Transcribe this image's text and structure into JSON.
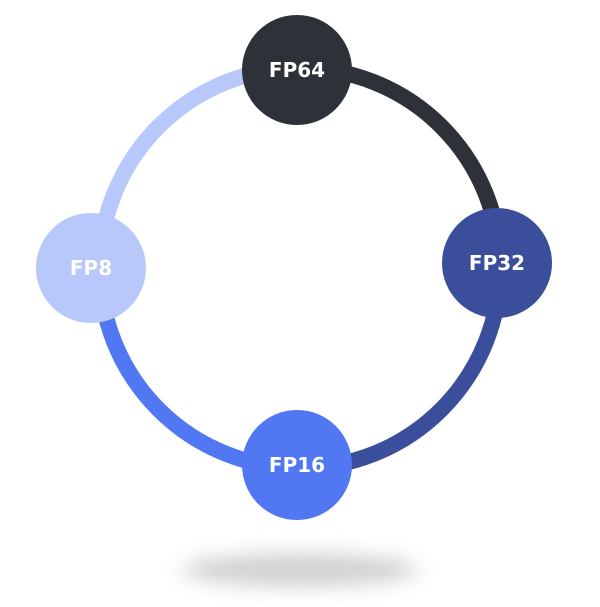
{
  "nodes": [
    {
      "id": "fp64",
      "label": "FP64",
      "color": "#2d3238"
    },
    {
      "id": "fp32",
      "label": "FP32",
      "color": "#3a4e9c"
    },
    {
      "id": "fp16",
      "label": "FP16",
      "color": "#5277f2"
    },
    {
      "id": "fp8",
      "label": "FP8",
      "color": "#b8c8fb"
    }
  ],
  "arcs": [
    {
      "id": "fp64-to-fp32",
      "color": "#2d3238"
    },
    {
      "id": "fp32-to-fp16",
      "color": "#3a4e9c"
    },
    {
      "id": "fp16-to-fp8",
      "color": "#5277f2"
    },
    {
      "id": "fp8-to-fp64",
      "color": "#b8c8fb"
    }
  ],
  "shadow_color": "#cfcfcf"
}
